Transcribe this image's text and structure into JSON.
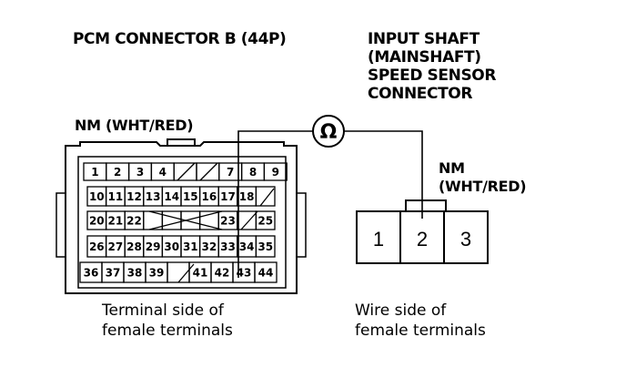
{
  "pcm_title": "PCM CONNECTOR B (44P)",
  "sensor_title": [
    "INPUT SHAFT",
    "(MAINSHAFT)",
    "SPEED SENSOR",
    "CONNECTOR"
  ],
  "pcm_wire_label": "NM (WHT/RED)",
  "sensor_wire_label": [
    "NM",
    "(WHT/RED)"
  ],
  "ohmmeter_symbol": "Ω",
  "pcm_caption": [
    "Terminal side of",
    "female terminals"
  ],
  "sensor_caption": [
    "Wire side of",
    "female terminals"
  ],
  "pcm_rows": [
    [
      "1",
      "2",
      "3",
      "4",
      "",
      "",
      "7",
      "8",
      "9"
    ],
    [
      "10",
      "11",
      "12",
      "13",
      "14",
      "15",
      "16",
      "17",
      "18",
      ""
    ],
    [
      "20",
      "21",
      "22",
      "",
      "",
      "",
      "",
      "23",
      "",
      "25"
    ],
    [
      "26",
      "27",
      "28",
      "29",
      "30",
      "31",
      "32",
      "33",
      "34",
      "35"
    ],
    [
      "36",
      "37",
      "38",
      "39",
      "",
      "41",
      "42",
      "43",
      "44"
    ]
  ],
  "sensor_pins": [
    "1",
    "2",
    "3"
  ]
}
